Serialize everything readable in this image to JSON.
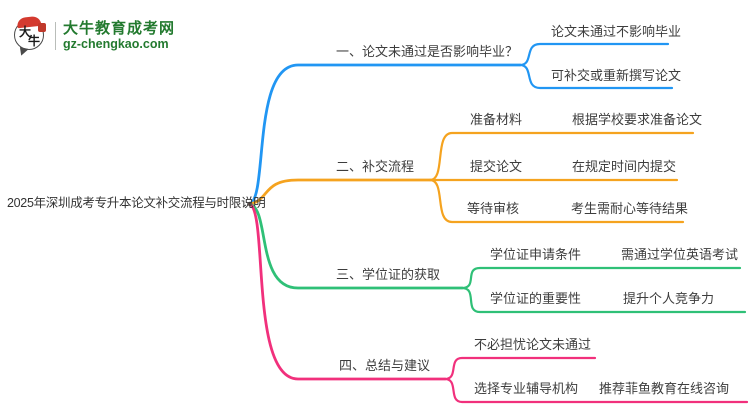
{
  "site": {
    "logo_char1": "大",
    "logo_char2": "牛",
    "name": "大牛教育成考网",
    "url": "gz-chengkao.com"
  },
  "colors": {
    "blue": "#2196f3",
    "orange": "#f5a31f",
    "green": "#2fc077",
    "pink": "#f1307c",
    "brand_green": "#237a2f",
    "node_text": "#3d3d3d"
  },
  "mindmap": {
    "root": "2025年深圳成考专升本论文补交流程与时限说明",
    "branches": [
      {
        "label": "一、论文未通过是否影响毕业？",
        "color": "#2196f3",
        "children": [
          {
            "label": "论文未通过不影响毕业",
            "detail": ""
          },
          {
            "label": "可补交或重新撰写论文",
            "detail": ""
          }
        ]
      },
      {
        "label": "二、补交流程",
        "color": "#f5a31f",
        "children": [
          {
            "label": "准备材料",
            "detail": "根据学校要求准备论文"
          },
          {
            "label": "提交论文",
            "detail": "在规定时间内提交"
          },
          {
            "label": "等待审核",
            "detail": "考生需耐心等待结果"
          }
        ]
      },
      {
        "label": "三、学位证的获取",
        "color": "#2fc077",
        "children": [
          {
            "label": "学位证申请条件",
            "detail": "需通过学位英语考试"
          },
          {
            "label": "学位证的重要性",
            "detail": "提升个人竞争力"
          }
        ]
      },
      {
        "label": "四、总结与建议",
        "color": "#f1307c",
        "children": [
          {
            "label": "不必担忧论文未通过",
            "detail": ""
          },
          {
            "label": "选择专业辅导机构",
            "detail": "推荐菲鱼教育在线咨询"
          }
        ]
      }
    ]
  }
}
